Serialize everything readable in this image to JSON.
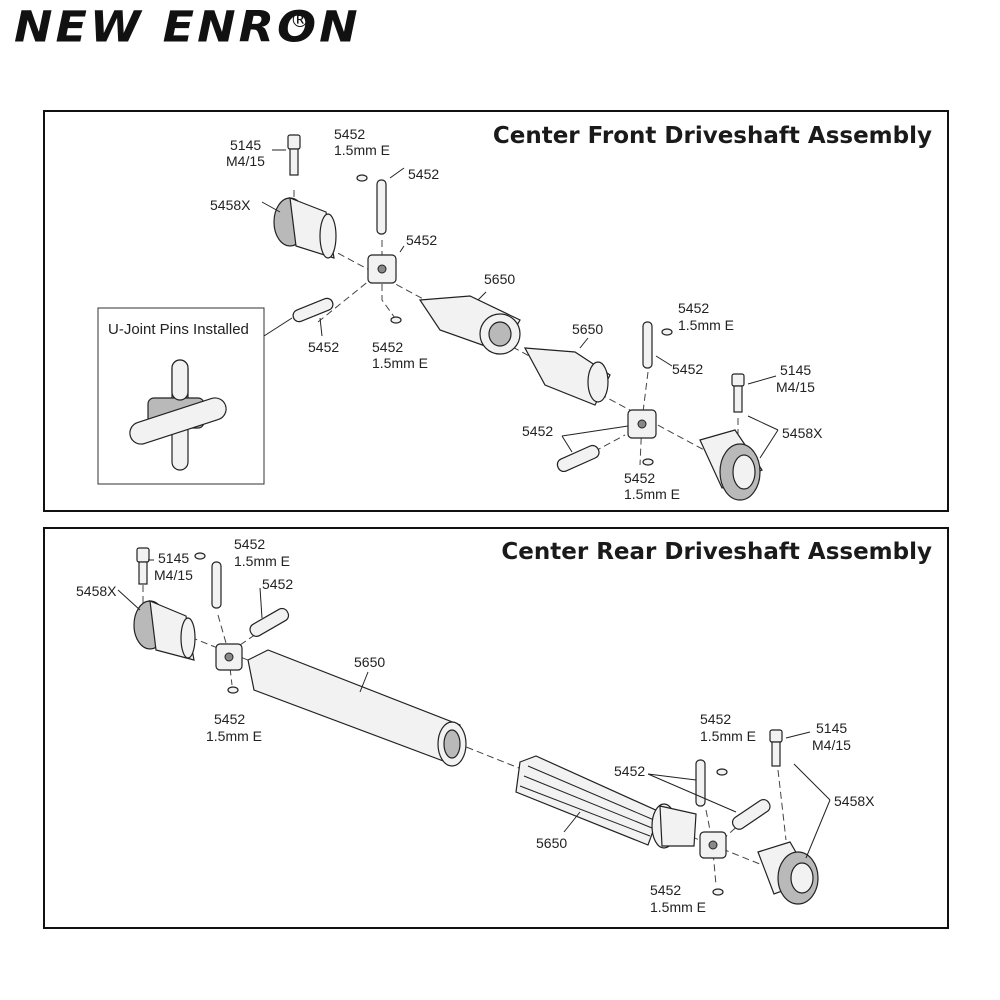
{
  "brand": {
    "name": "NEW ENRON",
    "registered_mark": "®"
  },
  "panels": {
    "front": {
      "title": "Center Front Driveshaft Assembly",
      "inset_title": "U-Joint Pins Installed",
      "labels": {
        "screw_part": "5145",
        "screw_size": "M4/15",
        "yoke_left": "5458X",
        "clip_top_part": "5452",
        "clip_top_size": "1.5mm E",
        "pin_top": "5452",
        "cross_left": "5452",
        "pin_lower_left": "5452",
        "clip_lower_part": "5452",
        "clip_lower_size": "1.5mm E",
        "shaft_female": "5650",
        "shaft_male": "5650",
        "clip_right_part": "5452",
        "clip_right_size": "1.5mm E",
        "pin_right": "5452",
        "screw_right_part": "5145",
        "screw_right_size": "M4/15",
        "yoke_right": "5458X",
        "cross_right": "5452",
        "clip_bottom_part": "5452",
        "clip_bottom_size": "1.5mm E"
      }
    },
    "rear": {
      "title": "Center Rear Driveshaft Assembly",
      "labels": {
        "yoke_left": "5458X",
        "screw_part": "5145",
        "screw_size": "M4/15",
        "clip_top_part": "5452",
        "clip_top_size": "1.5mm E",
        "pin_top": "5452",
        "clip_lower_part": "5452",
        "clip_lower_size": "1.5mm E",
        "shaft_female": "5650",
        "shaft_male": "5650",
        "pins_right": "5452",
        "clip_right_part": "5452",
        "clip_right_size": "1.5mm E",
        "screw_right_part": "5145",
        "screw_right_size": "M4/15",
        "yoke_right": "5458X",
        "clip_bottom_part": "5452",
        "clip_bottom_size": "1.5mm E"
      }
    }
  }
}
